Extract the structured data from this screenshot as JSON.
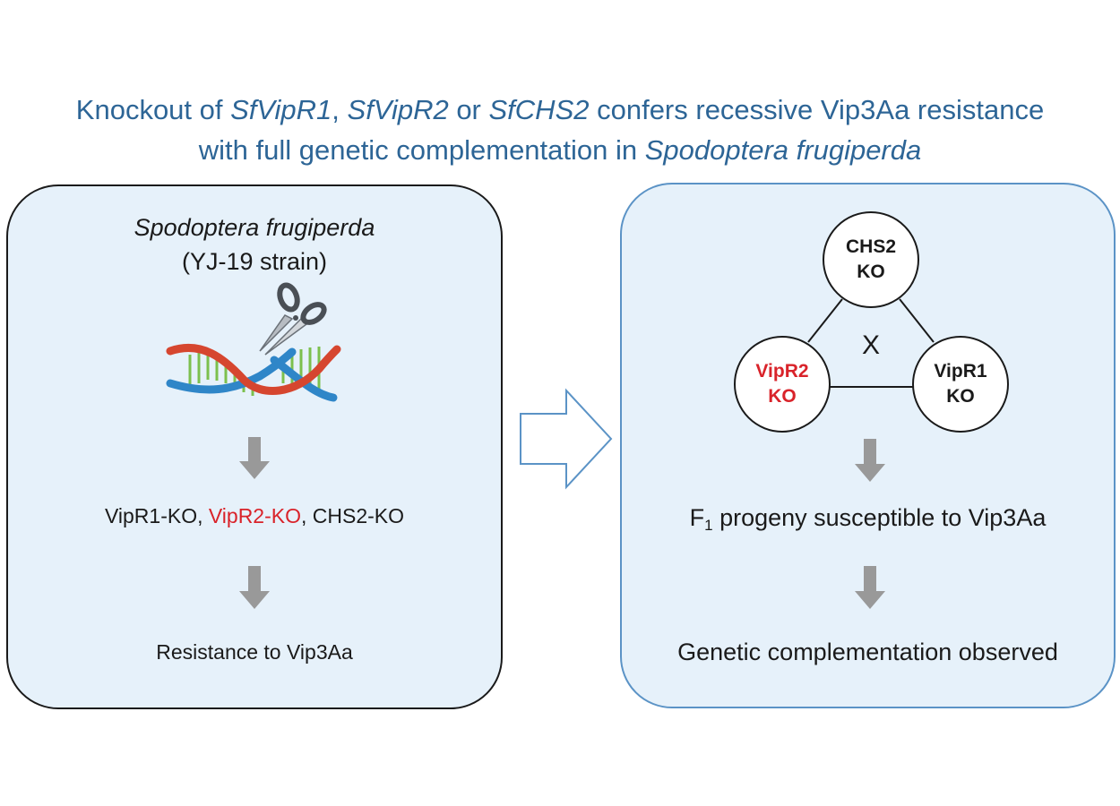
{
  "title": {
    "line1": [
      {
        "text": "Knockout of ",
        "italic": false
      },
      {
        "text": "SfVipR1",
        "italic": true
      },
      {
        "text": ", ",
        "italic": false
      },
      {
        "text": "SfVipR2",
        "italic": true
      },
      {
        "text": " or ",
        "italic": false
      },
      {
        "text": "SfCHS2",
        "italic": true
      },
      {
        "text": " confers recessive Vip3Aa resistance",
        "italic": false
      }
    ],
    "line2": [
      {
        "text": "with full genetic complementation in ",
        "italic": false
      },
      {
        "text": "Spodoptera frugiperda",
        "italic": true
      }
    ]
  },
  "left_panel": {
    "species": "Spodoptera frugiperda",
    "strain": "(YJ-19 strain)",
    "knockouts": [
      {
        "text": "VipR1-KO",
        "color": "#1a1a1a"
      },
      {
        "text": ", ",
        "color": "#1a1a1a"
      },
      {
        "text": "VipR2-KO",
        "color": "#d9232a"
      },
      {
        "text": ", ",
        "color": "#1a1a1a"
      },
      {
        "text": "CHS2-KO",
        "color": "#1a1a1a"
      }
    ],
    "outcome": "Resistance to Vip3Aa"
  },
  "right_panel": {
    "nodes": {
      "chs2": {
        "line1": "CHS2",
        "line2": "KO"
      },
      "vipr2": {
        "line1": "VipR2",
        "line2": "KO"
      },
      "vipr1": {
        "line1": "VipR1",
        "line2": "KO"
      }
    },
    "cross_symbol": "X",
    "f1_prefix": "F",
    "f1_sub": "1",
    "f1_rest": " progeny susceptible to Vip3Aa",
    "outcome": "Genetic complementation observed"
  },
  "colors": {
    "title": "#2d6596",
    "panel_fill": "#e6f1fa",
    "highlight_red": "#d9232a",
    "arrow_gray": "#999999",
    "transition_arrow": "#5b93c6"
  },
  "icons": [
    "dna-icon",
    "scissors-icon",
    "down-arrow-icon",
    "right-arrow-icon"
  ]
}
